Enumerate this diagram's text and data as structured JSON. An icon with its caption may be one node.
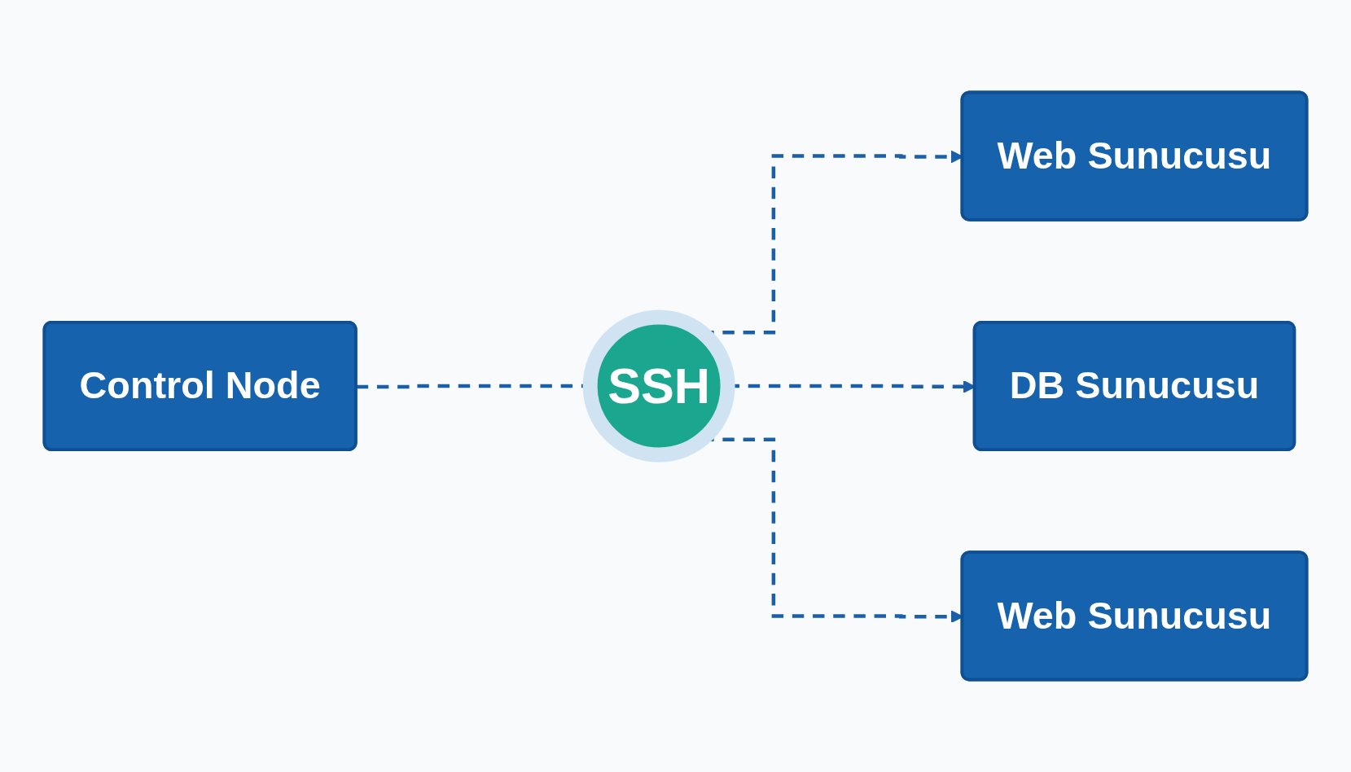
{
  "diagram": {
    "nodes": [
      {
        "text": [
          "Control Node"
        ]
      },
      {
        "text": [
          "SSH"
        ]
      },
      {
        "text": [
          "Web Sunucusu"
        ]
      },
      {
        "text": [
          "DB Sunucusu"
        ]
      },
      {
        "text": [
          "Web Sunucusu"
        ]
      }
    ],
    "edges": [
      {
        "from": 0,
        "to": 1,
        "arrow": "none",
        "style": "dashed"
      },
      {
        "from": 1,
        "to": 2,
        "arrow": "to",
        "style": "dashed"
      },
      {
        "from": 1,
        "to": 3,
        "arrow": "to",
        "style": "dashed"
      },
      {
        "from": 1,
        "to": 4,
        "arrow": "to",
        "style": "dashed"
      }
    ]
  }
}
